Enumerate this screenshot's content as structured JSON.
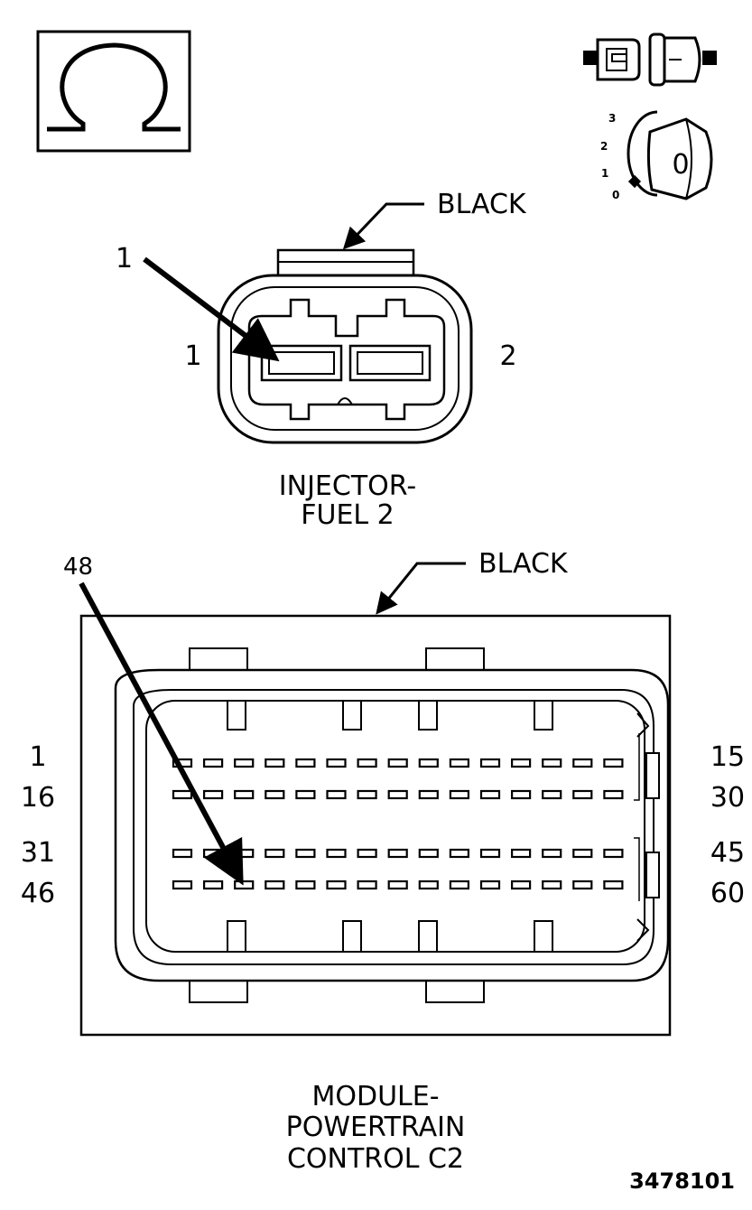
{
  "icons": {
    "ohm_symbol": "Ω",
    "connector_disconnect": "disconnected-connector-icon",
    "ignition_key": "ignition-key-icon",
    "ignition_positions": [
      "3",
      "2",
      "1",
      "0"
    ],
    "key_position": "0"
  },
  "injector": {
    "color_label": "BLACK",
    "callout_label": "1",
    "pin_left": "1",
    "pin_right": "2",
    "title_line1": "INJECTOR-",
    "title_line2": "FUEL 2"
  },
  "pcm": {
    "color_label": "BLACK",
    "callout_label": "48",
    "row_left_labels": [
      "1",
      "16",
      "31",
      "46"
    ],
    "row_right_labels": [
      "15",
      "30",
      "45",
      "60"
    ],
    "pins_per_row": 15,
    "highlight_pin": 48,
    "title_line1": "MODULE-",
    "title_line2": "POWERTRAIN",
    "title_line3": "CONTROL C2"
  },
  "figure_id": "3478101"
}
